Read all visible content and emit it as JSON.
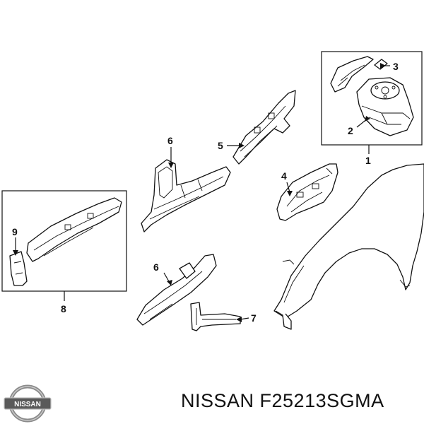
{
  "callouts": {
    "c1": "1",
    "c2": "2",
    "c3": "3",
    "c4": "4",
    "c5": "5",
    "c6a": "6",
    "c6b": "6",
    "c7": "7",
    "c8": "8",
    "c9": "9"
  },
  "caption": {
    "text": "NISSAN F25213SGMA"
  },
  "logo": {
    "text": "NISSAN"
  }
}
